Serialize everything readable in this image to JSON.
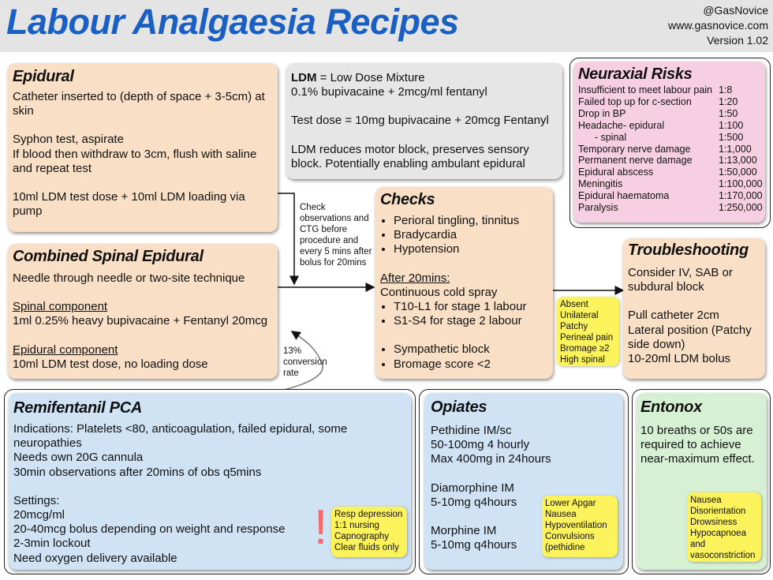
{
  "header": {
    "title": "Labour Analgaesia Recipes",
    "handle": "@GasNovice",
    "website": "www.gasnovice.com",
    "version": "Version 1.02",
    "title_color": "#1a5fc4"
  },
  "epidural": {
    "heading": "Epidural",
    "p1": "Catheter inserted to (depth of space + 3-5cm) at skin",
    "p2a": "Syphon test, aspirate",
    "p2b": "If blood then withdraw to 3cm, flush with saline and repeat test",
    "p3": "10ml LDM test dose + 10ml LDM loading via pump"
  },
  "ldm": {
    "term": "LDM",
    "def": " = Low Dose Mixture",
    "line2": "0.1% bupivacaine + 2mcg/ml fentanyl",
    "line3": "Test dose = 10mg bupivacaine + 20mcg Fentanyl",
    "line4": "LDM reduces motor block, preserves sensory block. Potentially enabling ambulant epidural"
  },
  "neuraxial": {
    "heading": "Neuraxial Risks",
    "rows": [
      {
        "label": "Insufficient to meet labour pain",
        "value": "1:8"
      },
      {
        "label": "Failed top up for c-section",
        "value": "1:20"
      },
      {
        "label": "Drop in BP",
        "value": "1:50"
      },
      {
        "label": "Headache- epidural",
        "value": "1:100"
      },
      {
        "label": "      - spinal",
        "value": "1:500"
      },
      {
        "label": "Temporary nerve damage",
        "value": "1:1,000"
      },
      {
        "label": "Permanent nerve damage",
        "value": "1:13,000"
      },
      {
        "label": "Epidural abscess",
        "value": "1:50,000"
      },
      {
        "label": "Meningitis",
        "value": "1:100,000"
      },
      {
        "label": "Epidural haematoma",
        "value": "1:170,000"
      },
      {
        "label": "Paralysis",
        "value": "1:250,000"
      }
    ]
  },
  "arrow_note": "Check observations and CTG before procedure and every 5 mins after bolus for 20mins",
  "checks": {
    "heading": "Checks",
    "items": [
      "Perioral tingling, tinnitus",
      "Bradycardia",
      "Hypotension"
    ],
    "after_heading": "After 20mins:",
    "after_line": "Continuous cold spray",
    "after_items": [
      "T10-L1 for stage 1 labour",
      "S1-S4 for stage 2 labour"
    ],
    "more_items": [
      "Sympathetic block",
      "Bromage score <2"
    ]
  },
  "troubleshooting_note": {
    "lines": [
      "Absent",
      "Unilateral",
      "Patchy",
      "Perineal pain",
      "Bromage ≥2",
      "High spinal"
    ]
  },
  "troubleshooting": {
    "heading": "Troubleshooting",
    "p1": "Consider IV, SAB or subdural block",
    "p2": "Pull catheter 2cm",
    "p3": "Lateral position (Patchy side down)",
    "p4": "10-20ml LDM bolus"
  },
  "cse": {
    "heading": "Combined Spinal Epidural",
    "p1": "Needle through needle or two-site technique",
    "spinal_heading": "Spinal component",
    "spinal": "1ml 0.25% heavy bupivacaine + Fentanyl 20mcg",
    "epidural_heading": "Epidural component",
    "epidural": "10ml LDM test dose, no loading dose"
  },
  "conversion_note": "13% conversion rate",
  "remi": {
    "heading": "Remifentanil PCA",
    "indications": "Indications: Platelets <80, anticoagulation, failed epidural, some neuropathies",
    "l2": "Needs own 20G cannula",
    "l3": "30min observations after 20mins of obs q5mins",
    "settings": "Settings:",
    "s1": "20mcg/ml",
    "s2": "20-40mcg bolus depending on weight and response",
    "s3": "2-3min lockout",
    "s4": "Need oxygen delivery available",
    "exclaim": "!",
    "note": [
      "Resp depression",
      "1:1 nursing",
      "Capnography",
      "Clear fluids only"
    ]
  },
  "opiates": {
    "heading": "Opiates",
    "l1": "Pethidine IM/sc",
    "l2": "50-100mg 4 hourly",
    "l3": "Max 400mg in 24hours",
    "l4": "Diamorphine IM",
    "l5": "5-10mg q4hours",
    "l6": "Morphine IM",
    "l7": "5-10mg q4hours",
    "note": [
      "Lower Apgar",
      "Nausea",
      "Hypoventilation",
      "Convulsions",
      "(pethidine"
    ]
  },
  "entonox": {
    "heading": "Entonox",
    "text": "10 breaths or 50s are required to achieve near-maximum effect.",
    "note": [
      "Nausea",
      "Disorientation",
      "Drowsiness",
      "Hypocapnoea",
      "and",
      "vasoconstriction"
    ]
  }
}
